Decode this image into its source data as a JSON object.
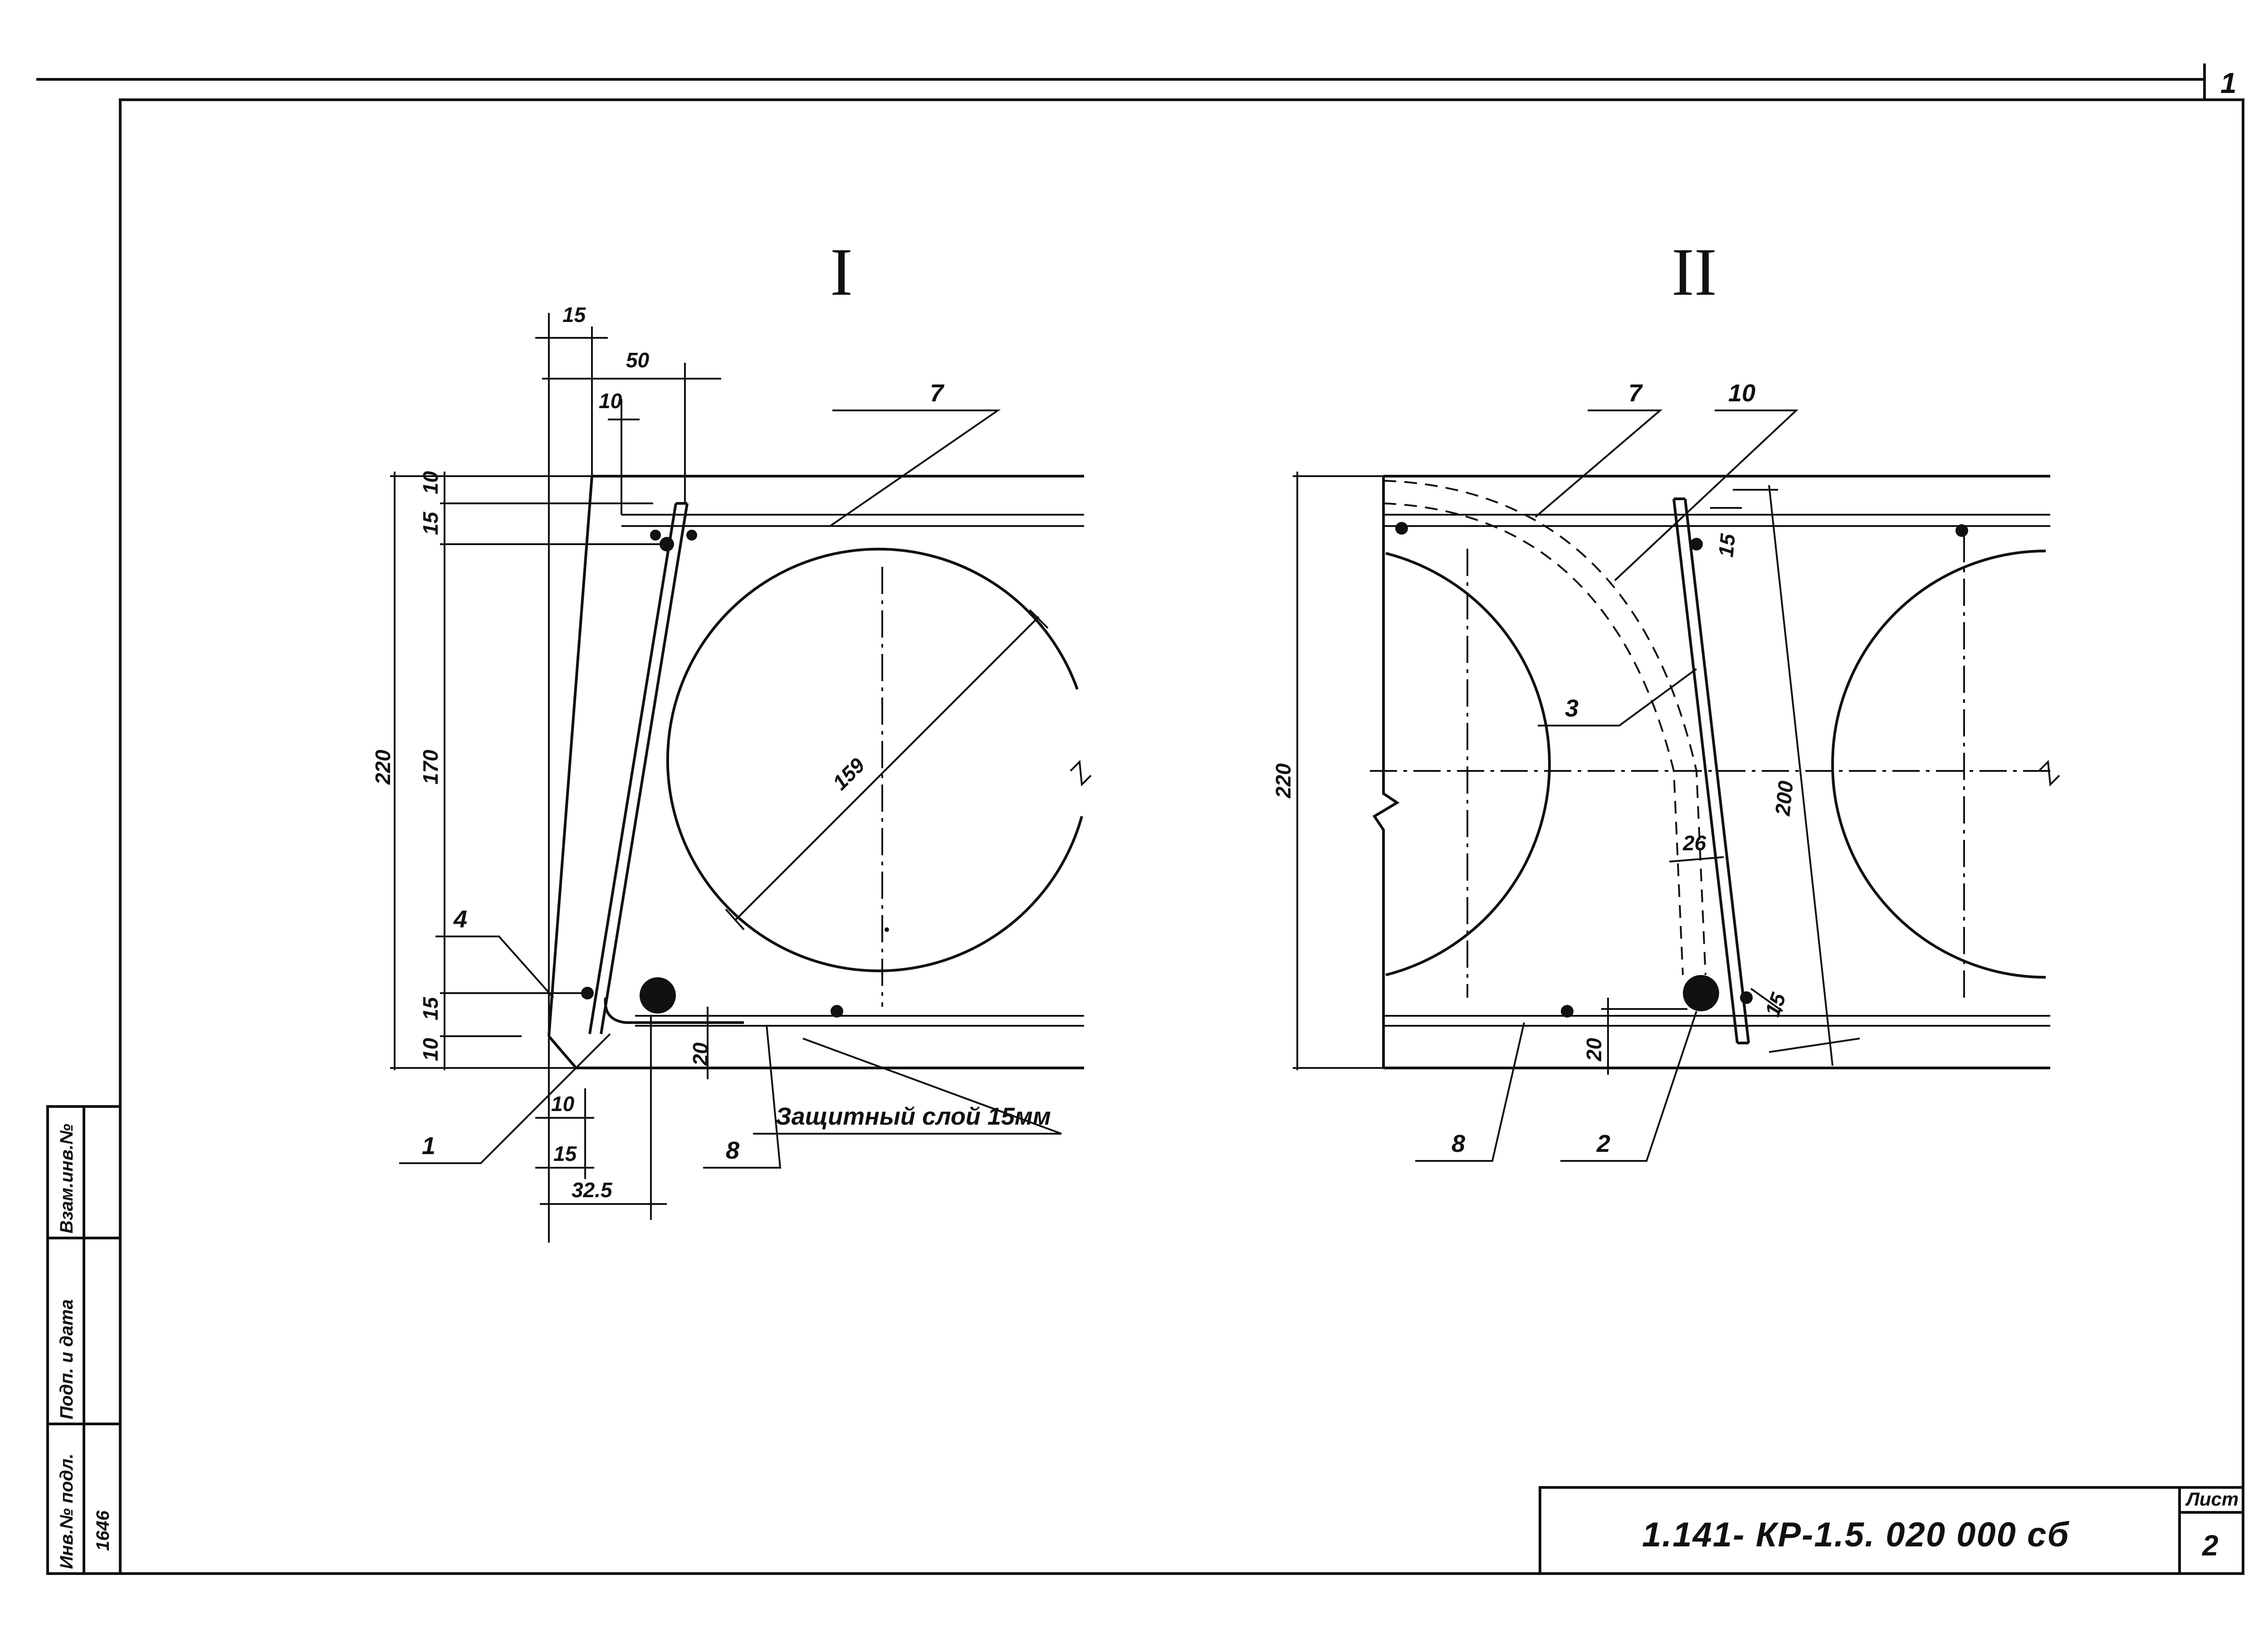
{
  "sections": {
    "one": {
      "title": "I",
      "dims": {
        "d15_top": "15",
        "d50": "50",
        "d10_top": "10",
        "v10_top": "10",
        "v15_top": "15",
        "v220": "220",
        "v170": "170",
        "v15_bot": "15",
        "v10_bot": "10",
        "diameter": "159",
        "d20": "20",
        "d10_bot": "10",
        "d15_bot": "15",
        "d32_5": "32.5"
      },
      "callouts": {
        "c7": "7",
        "c4": "4",
        "c1": "1",
        "c8": "8"
      },
      "note": "Защитный слой 15мм"
    },
    "two": {
      "title": "II",
      "dims": {
        "v220": "220",
        "d15_a": "15",
        "d200": "200",
        "d26": "26",
        "d15_b": "15",
        "d20": "20"
      },
      "callouts": {
        "c7": "7",
        "c10": "10",
        "c3": "3",
        "c8": "8",
        "c2": "2"
      }
    }
  },
  "title_block": {
    "doc_code": "1.141- КР-1.5. 020 000 сб",
    "sheet_label": "Лист",
    "sheet_number": "2",
    "corner_mark": "1"
  },
  "stamp": {
    "col1": "Инв.№ подл.",
    "col2": "Подп. и дата",
    "col3": "Взам.инв.№",
    "inv_no": "1646"
  }
}
